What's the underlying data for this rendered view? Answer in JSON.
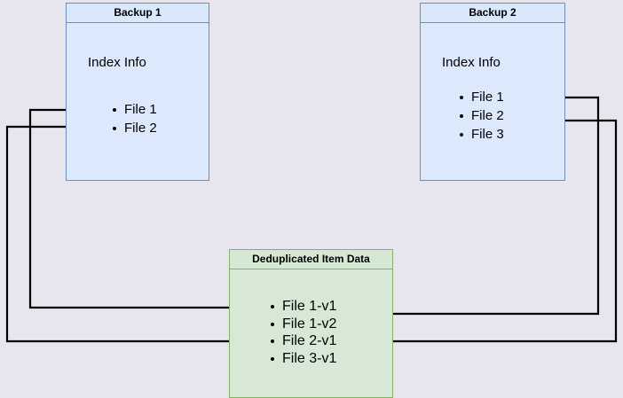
{
  "diagram": {
    "title": "Backup deduplication index diagram",
    "background_color": "#e7e5ed",
    "nodes": [
      {
        "id": "backup1",
        "title": "Backup 1",
        "section_label": "Index Info",
        "border_color": "#6c8ebf",
        "fill_color": "#dae8fc",
        "files": [
          "File 1",
          "File 2"
        ]
      },
      {
        "id": "backup2",
        "title": "Backup 2",
        "section_label": "Index Info",
        "border_color": "#6c8ebf",
        "fill_color": "#dae8fc",
        "files": [
          "File 1",
          "File 2",
          "File 3"
        ]
      },
      {
        "id": "dedup",
        "title": "Deduplicated Item Data",
        "border_color": "#82b366",
        "fill_color": "#d5e8d4",
        "files": [
          "File 1-v1",
          "File 1-v2",
          "File 2-v1",
          "File 3-v1"
        ]
      }
    ],
    "connectors": [
      {
        "name": "backup1-file1-to-dedup-file1v1",
        "from": "Backup 1 / File 1",
        "to": "Deduplicated Item Data / File 1-v1",
        "color": "#000000"
      },
      {
        "name": "backup1-file2-to-dedup-file2v1",
        "from": "Backup 1 / File 2",
        "to": "Deduplicated Item Data / File 2-v1",
        "color": "#000000"
      },
      {
        "name": "backup2-file1-to-dedup-file1v2",
        "from": "Backup 2 / File 1",
        "to": "Deduplicated Item Data / File 1-v2",
        "color": "#000000"
      },
      {
        "name": "backup2-file2-to-dedup-file2v1",
        "from": "Backup 2 / File 2",
        "to": "Deduplicated Item Data / File 2-v1",
        "color": "#000000"
      }
    ]
  }
}
